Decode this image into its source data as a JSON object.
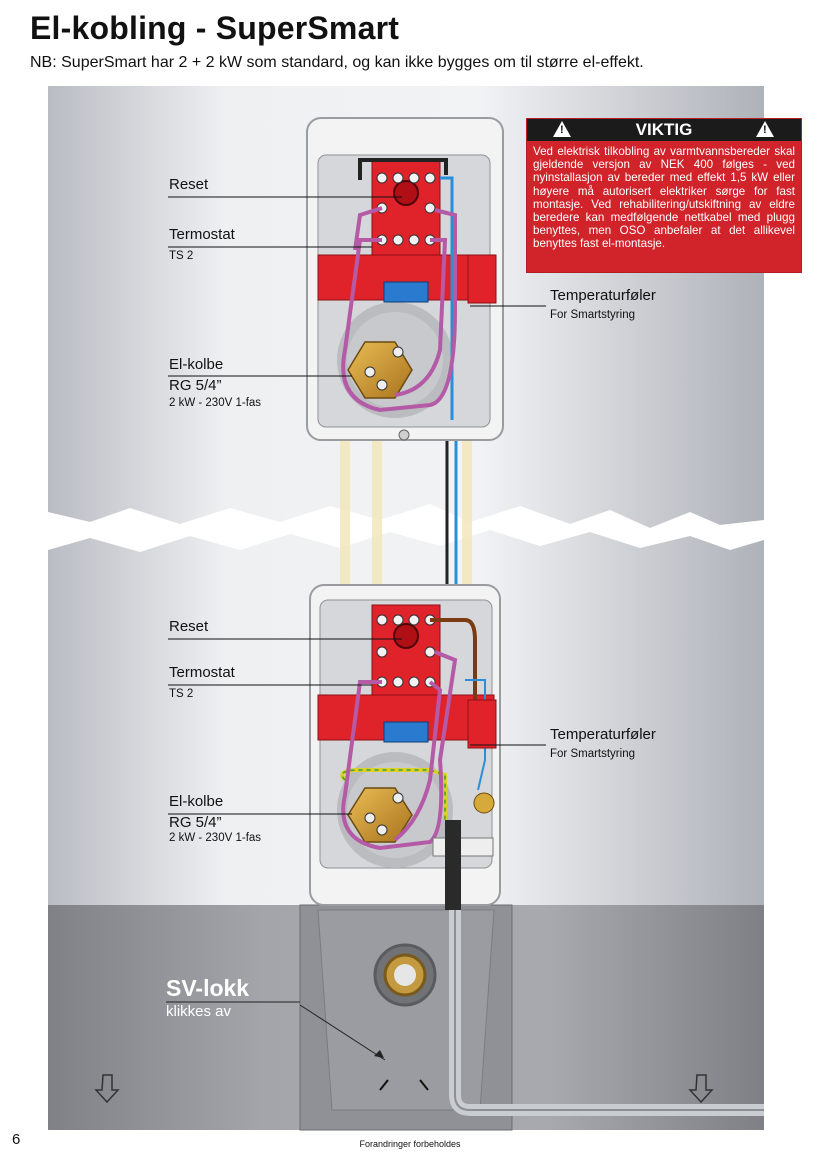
{
  "page": {
    "title": "El-kobling - SuperSmart",
    "subtitle": "NB: SuperSmart har 2 + 2 kW som standard, og kan ikke bygges om til større el-effekt.",
    "page_number": "6",
    "footer": "Forandringer forbeholdes"
  },
  "upper": {
    "reset": "Reset",
    "termostat": "Termostat",
    "termostat_sub": "TS 2",
    "temp": "Temperaturføler",
    "temp_sub": "For Smartstyring",
    "elkolbe": "El-kolbe",
    "elkolbe_rg": "RG 5/4”",
    "elkolbe_sub": "2 kW - 230V 1-fas"
  },
  "lower": {
    "reset": "Reset",
    "termostat": "Termostat",
    "termostat_sub": "TS 2",
    "temp": "Temperaturføler",
    "temp_sub": "For Smartstyring",
    "elkolbe": "El-kolbe",
    "elkolbe_rg": "RG 5/4”",
    "elkolbe_sub": "2 kW - 230V 1-fas"
  },
  "sv_lid": {
    "title": "SV-lokk",
    "subtitle": "klikkes av"
  },
  "warning": {
    "heading": "VIKTIG",
    "text": "Ved elektrisk tilkobling av varmtvannsbereder skal gjeldende versjon av NEK 400 følges - ved nyinstallasjon av bereder med effekt 1,5 kW eller høyere må autorisert elektriker sørge for fast montasje. Ved rehabilitering/utskiftning av eldre beredere kan medfølgende nettkabel med plugg benyttes, men OSO anbefaler at det allikevel benyttes fast el-montasje."
  },
  "colors": {
    "thermostat_red": "#e0232b",
    "warning_red": "#d1232a",
    "wire_purple": "#b45aa6",
    "wire_blue": "#2a8fd8",
    "wire_brown": "#7a3b12",
    "element_brass": "#c8962e"
  }
}
